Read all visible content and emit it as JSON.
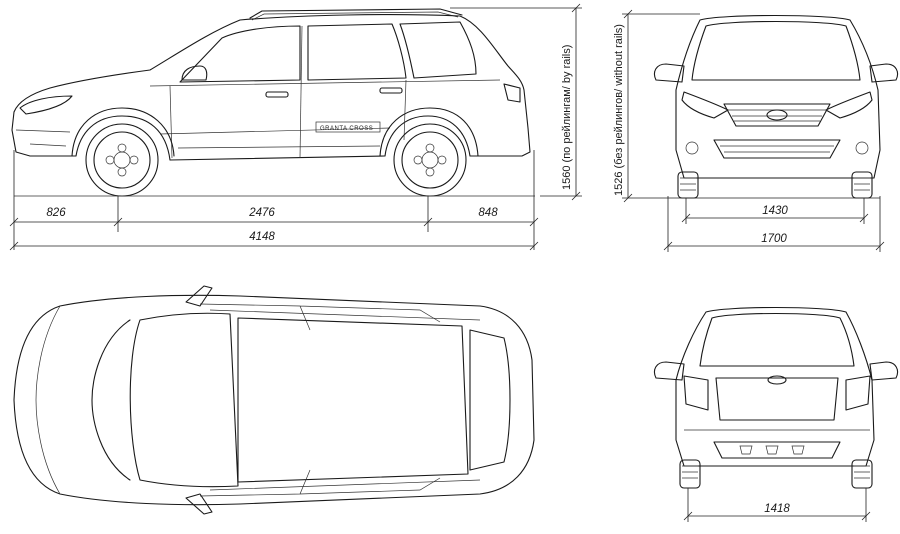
{
  "side_view": {
    "front_overhang": "826",
    "wheelbase": "2476",
    "rear_overhang": "848",
    "overall_length": "4148",
    "height_with_rails": "1560 (по рейлингам/ by rails)",
    "badge": "GRANTA CROSS"
  },
  "front_view": {
    "height_without_rails": "1526 (без рейлингов/ without rails)",
    "front_track": "1430",
    "overall_width": "1700"
  },
  "rear_view": {
    "rear_track": "1418"
  }
}
